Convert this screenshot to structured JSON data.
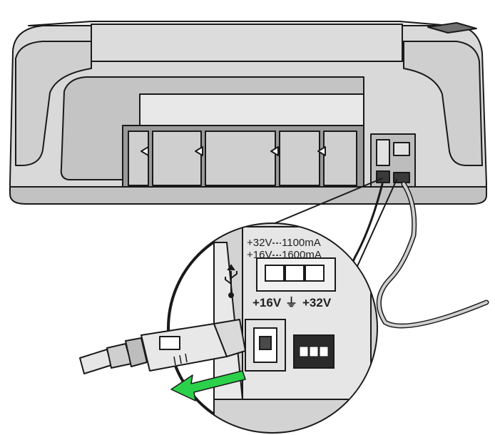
{
  "panel_top": {
    "voltage_32": "+32V",
    "current_32": "1100mA",
    "voltage_16": "+16V",
    "current_16": "1600mA"
  },
  "panel_bottom": {
    "left_voltage": "+16V",
    "right_voltage": "+32V",
    "ground_symbol": "⏚"
  },
  "icons": {
    "usb": "usb-icon",
    "power": "power-port-icon",
    "arrow": "unplug-arrow-icon"
  },
  "colors": {
    "printer_body": "#d7d7d7",
    "printer_dark": "#a6a6a6",
    "outline": "#1a1a1a",
    "arrow_green": "#2bd14a",
    "port_fill": "#e9e9e9"
  }
}
